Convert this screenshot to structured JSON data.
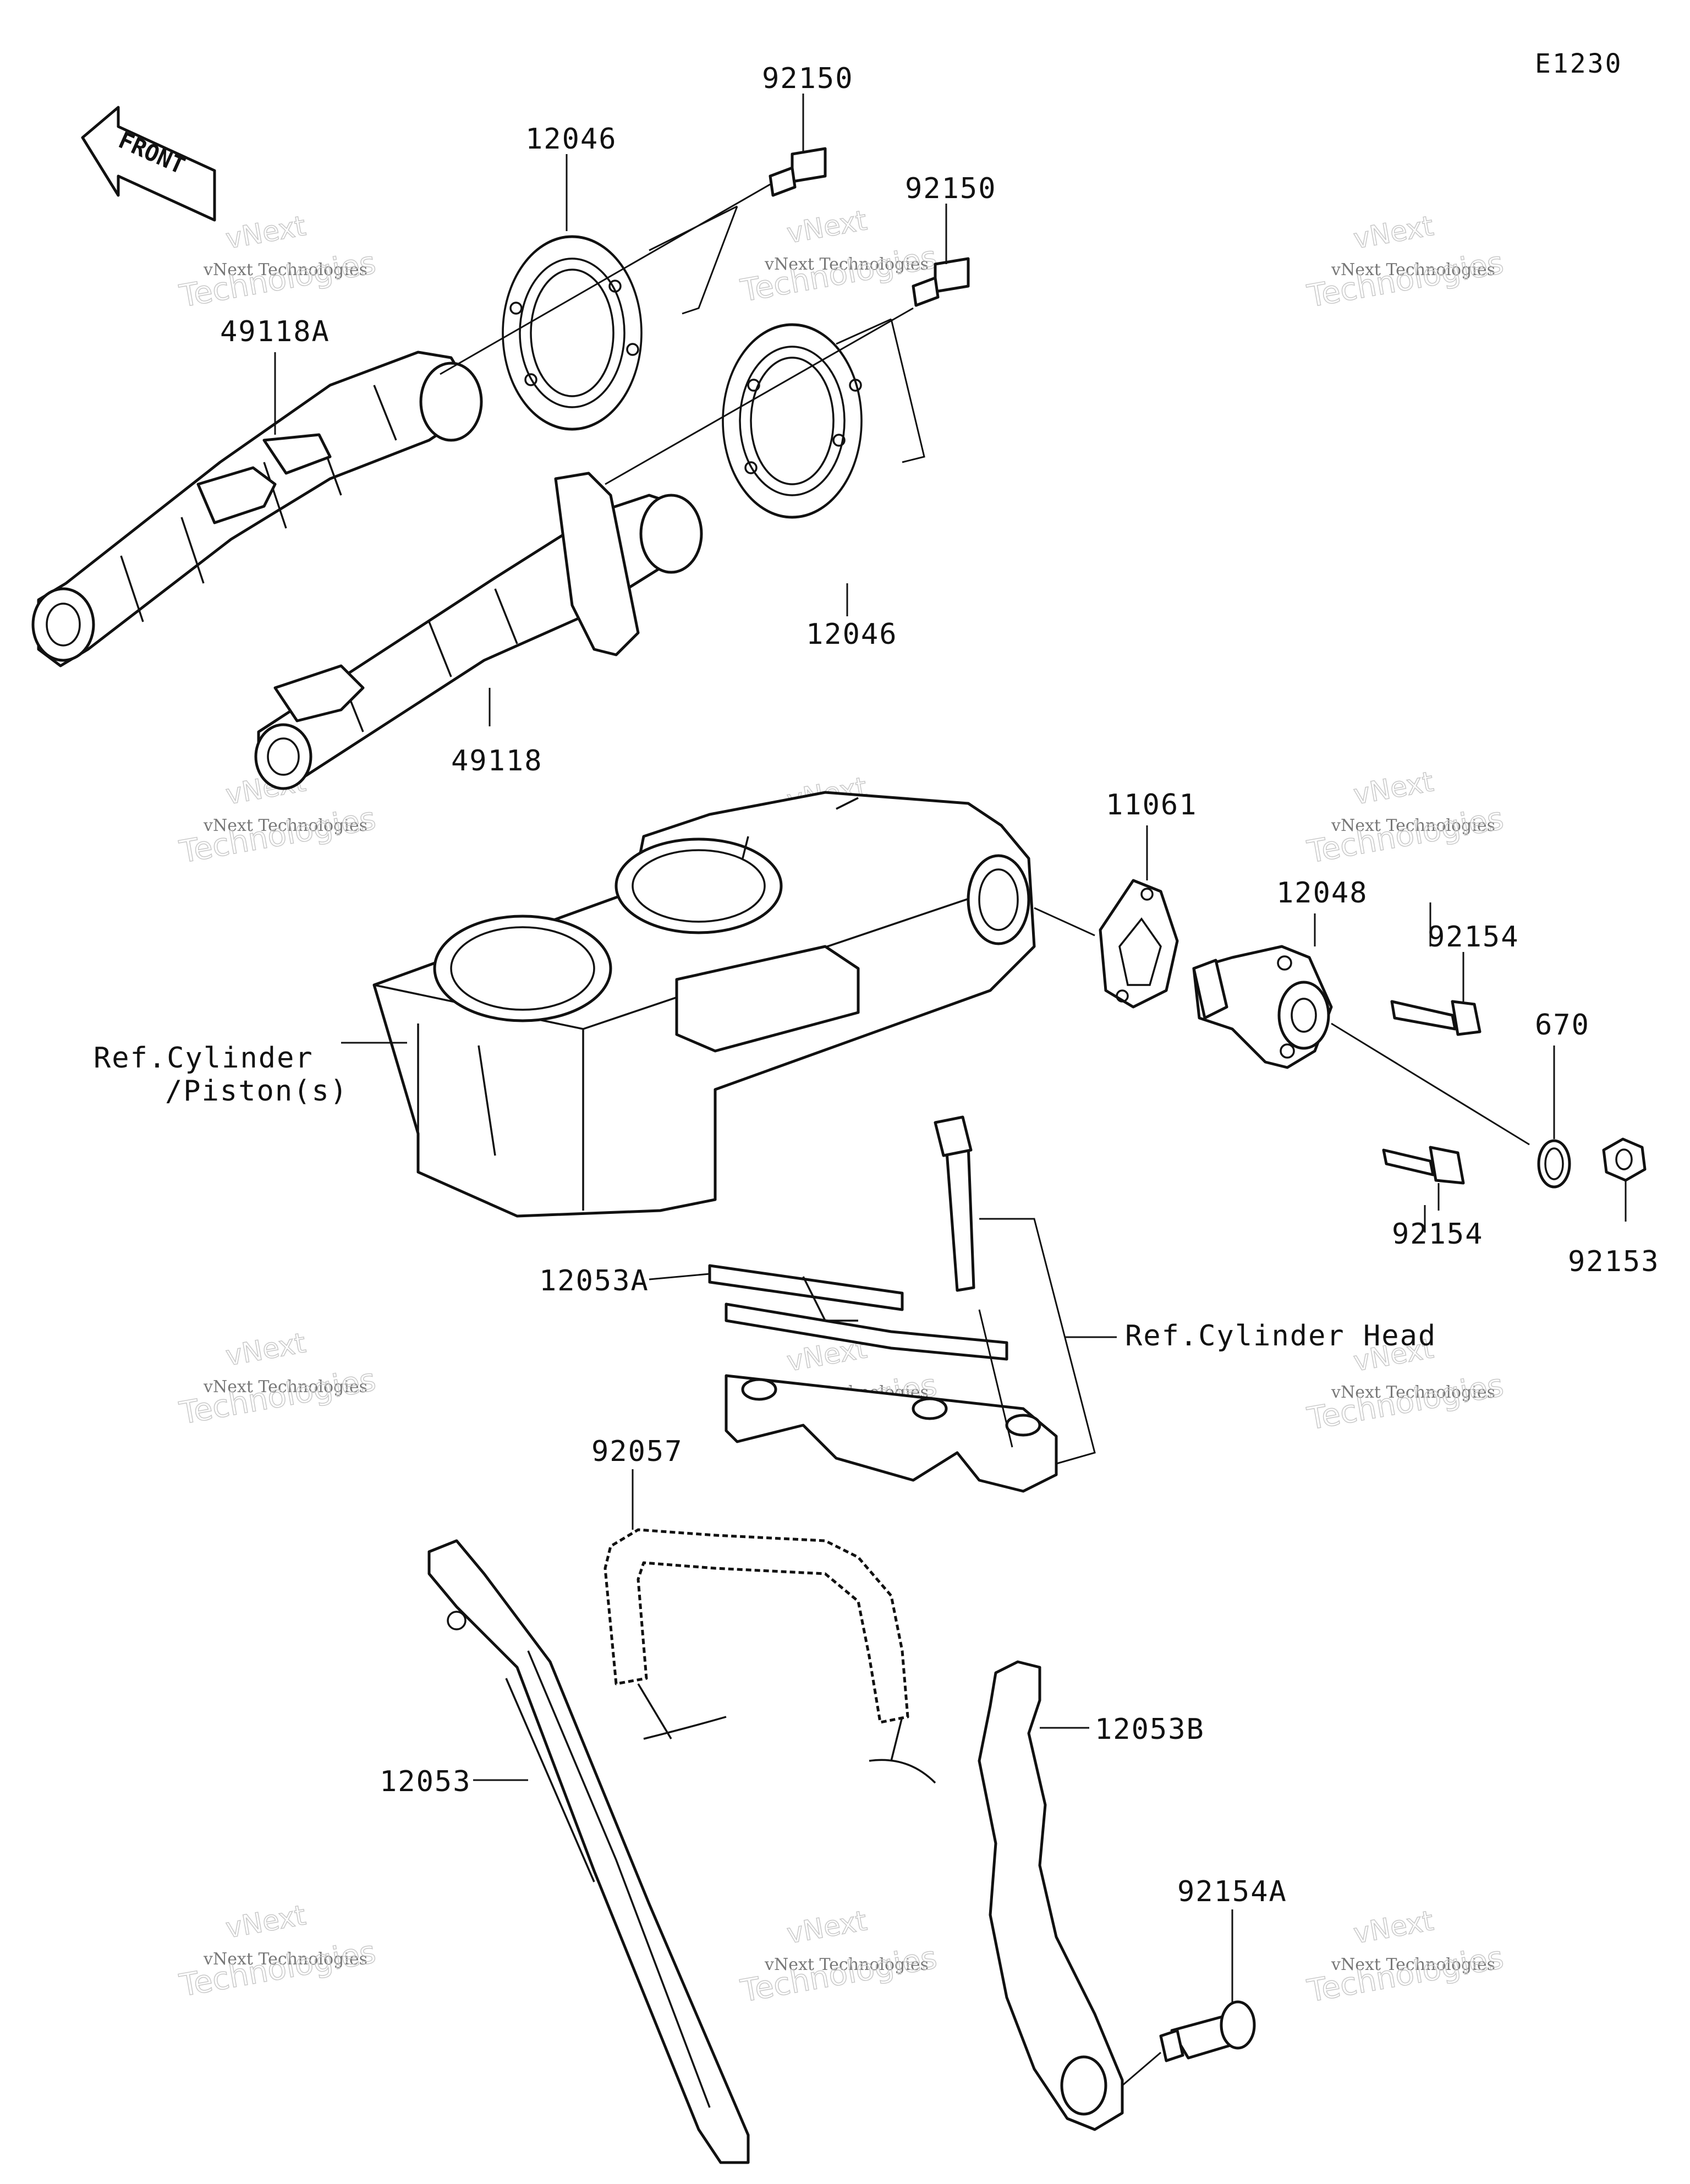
{
  "diagram_code": "E1230",
  "front_label": "FRONT",
  "watermark": {
    "line1": "vNext Technologies",
    "line2": "vNext",
    "line3": "Technologies"
  },
  "parts": {
    "bolt_top": "92150",
    "bolt_mid": "92150",
    "sprocket_upper": "12046",
    "sprocket_lower": "12046",
    "camshaft_intake": "49118A",
    "camshaft_exhaust": "49118",
    "gasket": "11061",
    "tensioner": "12048",
    "bolt_tensioner_upper": "92154",
    "bolt_tensioner_lower": "92154",
    "o_ring": "670",
    "nut": "92153",
    "guide_upper": "12053A",
    "chain": "92057",
    "guide_left": "12053",
    "guide_right": "12053B",
    "pivot_bolt": "92154A"
  },
  "references": {
    "cylinder_line1": "Ref.Cylinder",
    "cylinder_line2": "/Piston(s)",
    "cylinder_head": "Ref.Cylinder Head"
  },
  "colors": {
    "line": "#111111",
    "watermark": "#777777"
  }
}
